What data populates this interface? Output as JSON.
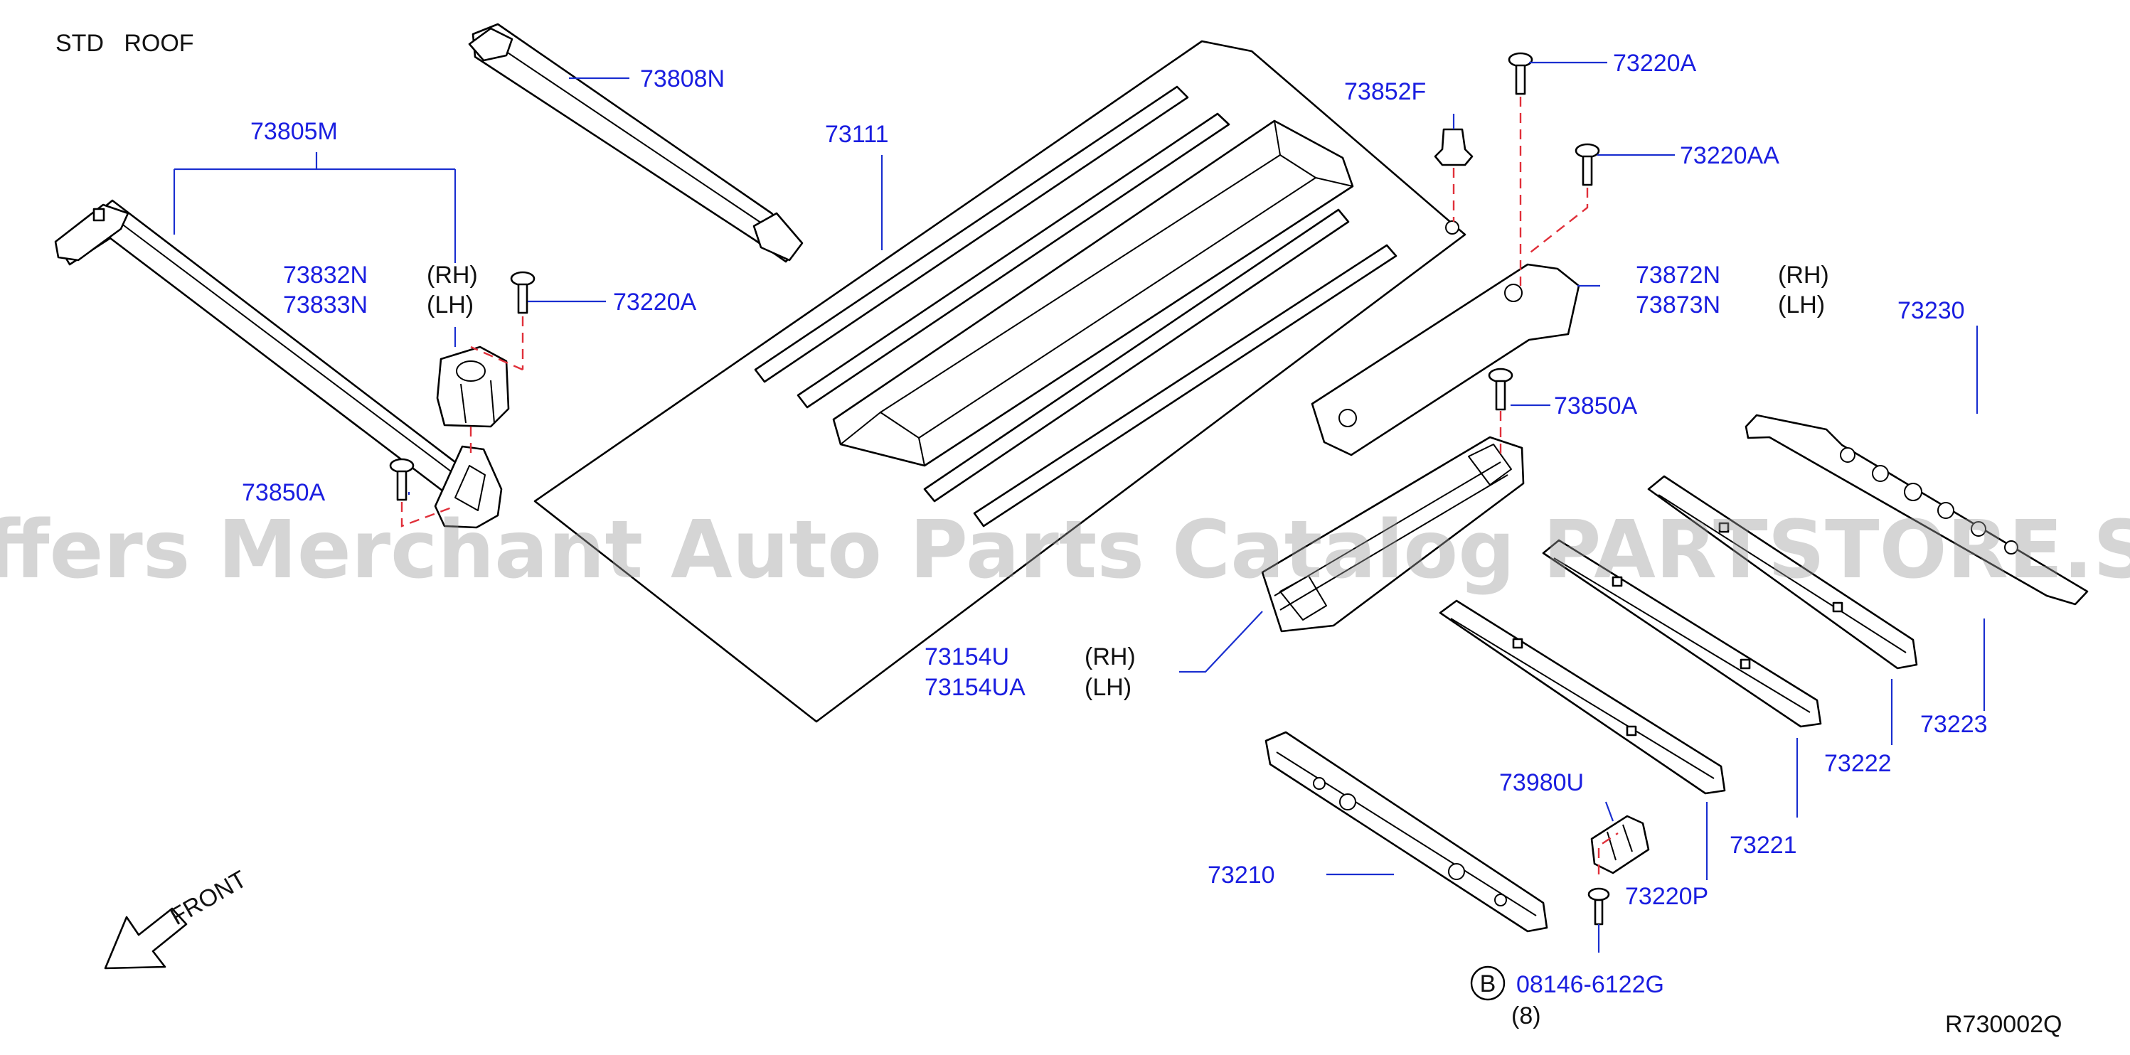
{
  "header": {
    "title": "STD   ROOF"
  },
  "watermark": "Offers Merchant Auto Parts Catalog PARTSTORE.SA",
  "footer": {
    "code": "R730002Q"
  },
  "direction": {
    "label": "FRONT"
  },
  "callout": {
    "letter": "B",
    "part": "08146-6122G",
    "qty": "(8)"
  },
  "labels": {
    "p73808N": "73808N",
    "p73805M": "73805M",
    "p73832N": "73832N",
    "p73833N": "73833N",
    "rh1": "(RH)",
    "lh1": "(LH)",
    "p73220A_1": "73220A",
    "p73850A_1": "73850A",
    "p73111": "73111",
    "p73852F": "73852F",
    "p73220A_2": "73220A",
    "p73220AA": "73220AA",
    "p73872N": "73872N",
    "p73873N": "73873N",
    "rh2": "(RH)",
    "lh2": "(LH)",
    "p73850A_2": "73850A",
    "p73230": "73230",
    "p73154U": "73154U",
    "p73154UA": "73154UA",
    "rh3": "(RH)",
    "lh3": "(LH)",
    "p73223": "73223",
    "p73222": "73222",
    "p73221": "73221",
    "p73980U": "73980U",
    "p73220P": "73220P",
    "p73210": "73210"
  },
  "colors": {
    "label": "#1a1ee0",
    "leader": "#1a2fd0",
    "dashed": "#e0303a",
    "line": "#000000"
  }
}
